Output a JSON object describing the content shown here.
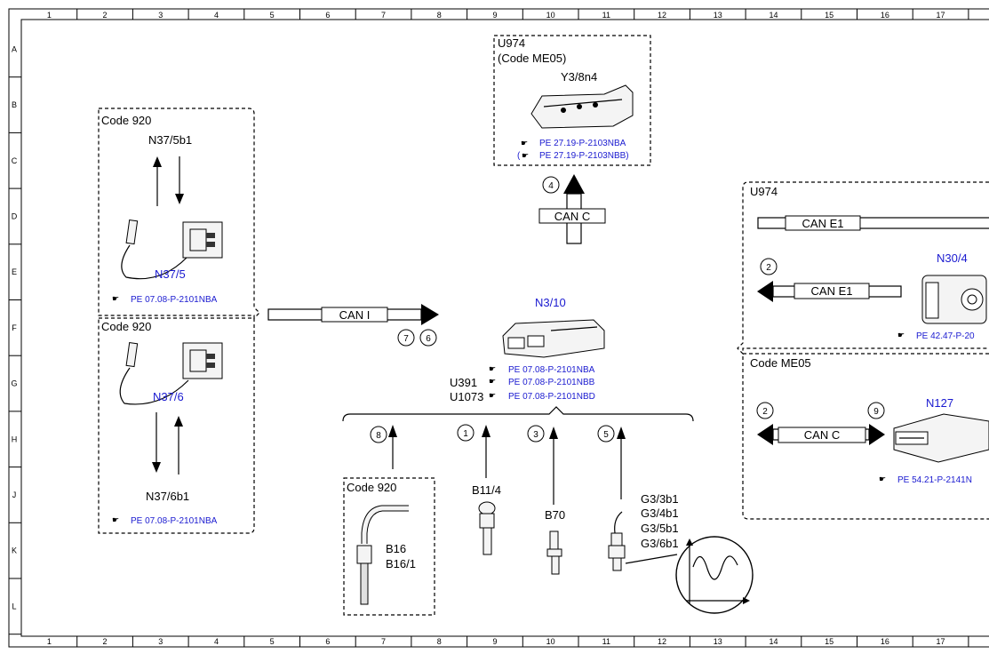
{
  "frame": {
    "columns": [
      "1",
      "2",
      "3",
      "4",
      "5",
      "6",
      "7",
      "8",
      "9",
      "10",
      "11",
      "12",
      "13",
      "14",
      "15",
      "16",
      "17"
    ],
    "rows": [
      "A",
      "B",
      "C",
      "D",
      "E",
      "F",
      "G",
      "H",
      "J",
      "K",
      "L"
    ]
  },
  "groups": {
    "code920_top": {
      "label": "Code 920",
      "part_label": "N37/5b1",
      "component": "N37/5",
      "ref": "PE 07.08-P-2101NBA"
    },
    "code920_bottom": {
      "label": "Code 920",
      "component": "N37/6",
      "part_label": "N37/6b1",
      "ref": "PE 07.08-P-2101NBA"
    },
    "u974_top": {
      "label": "U974",
      "sublabel": "(Code ME05)",
      "component": "Y3/8n4",
      "ref1": "PE 27.19-P-2103NBA",
      "ref2": "PE 27.19-P-2103NBB)",
      "ref2_prefix": "("
    },
    "u974_right": {
      "label": "U974",
      "bus_top": "CAN E1",
      "bus": "CAN E1",
      "circle": "2",
      "component": "N30/4",
      "ref": "PE 42.47-P-20"
    },
    "me05_right": {
      "label": "Code ME05",
      "circle_left": "2",
      "circle_right": "9",
      "bus": "CAN C",
      "component": "N127",
      "ref": "PE 54.21-P-2141N"
    },
    "code920_b16": {
      "label": "Code 920",
      "parts": [
        "B16",
        "B16/1"
      ]
    }
  },
  "center": {
    "can_c_label": "CAN C",
    "can_c_circle": "4",
    "can_i_label": "CAN I",
    "can_i_circles": [
      "7",
      "6"
    ],
    "ecu": "N3/10",
    "ecu_refs": [
      "PE 07.08-P-2101NBA",
      "PE 07.08-P-2101NBB",
      "PE 07.08-P-2101NBD"
    ],
    "ecu_codes": [
      "U391",
      "U1073"
    ]
  },
  "sensors": [
    {
      "circle": "8",
      "label": ""
    },
    {
      "circle": "1",
      "label": "B11/4"
    },
    {
      "circle": "3",
      "label": "B70"
    },
    {
      "circle": "5",
      "labels": [
        "G3/3b1",
        "G3/4b1",
        "G3/5b1",
        "G3/6b1"
      ]
    }
  ],
  "colors": {
    "line": "#000000",
    "reference_blue": "#1a1ad0"
  },
  "icons": {
    "reference": "pointing-hand-icon"
  }
}
